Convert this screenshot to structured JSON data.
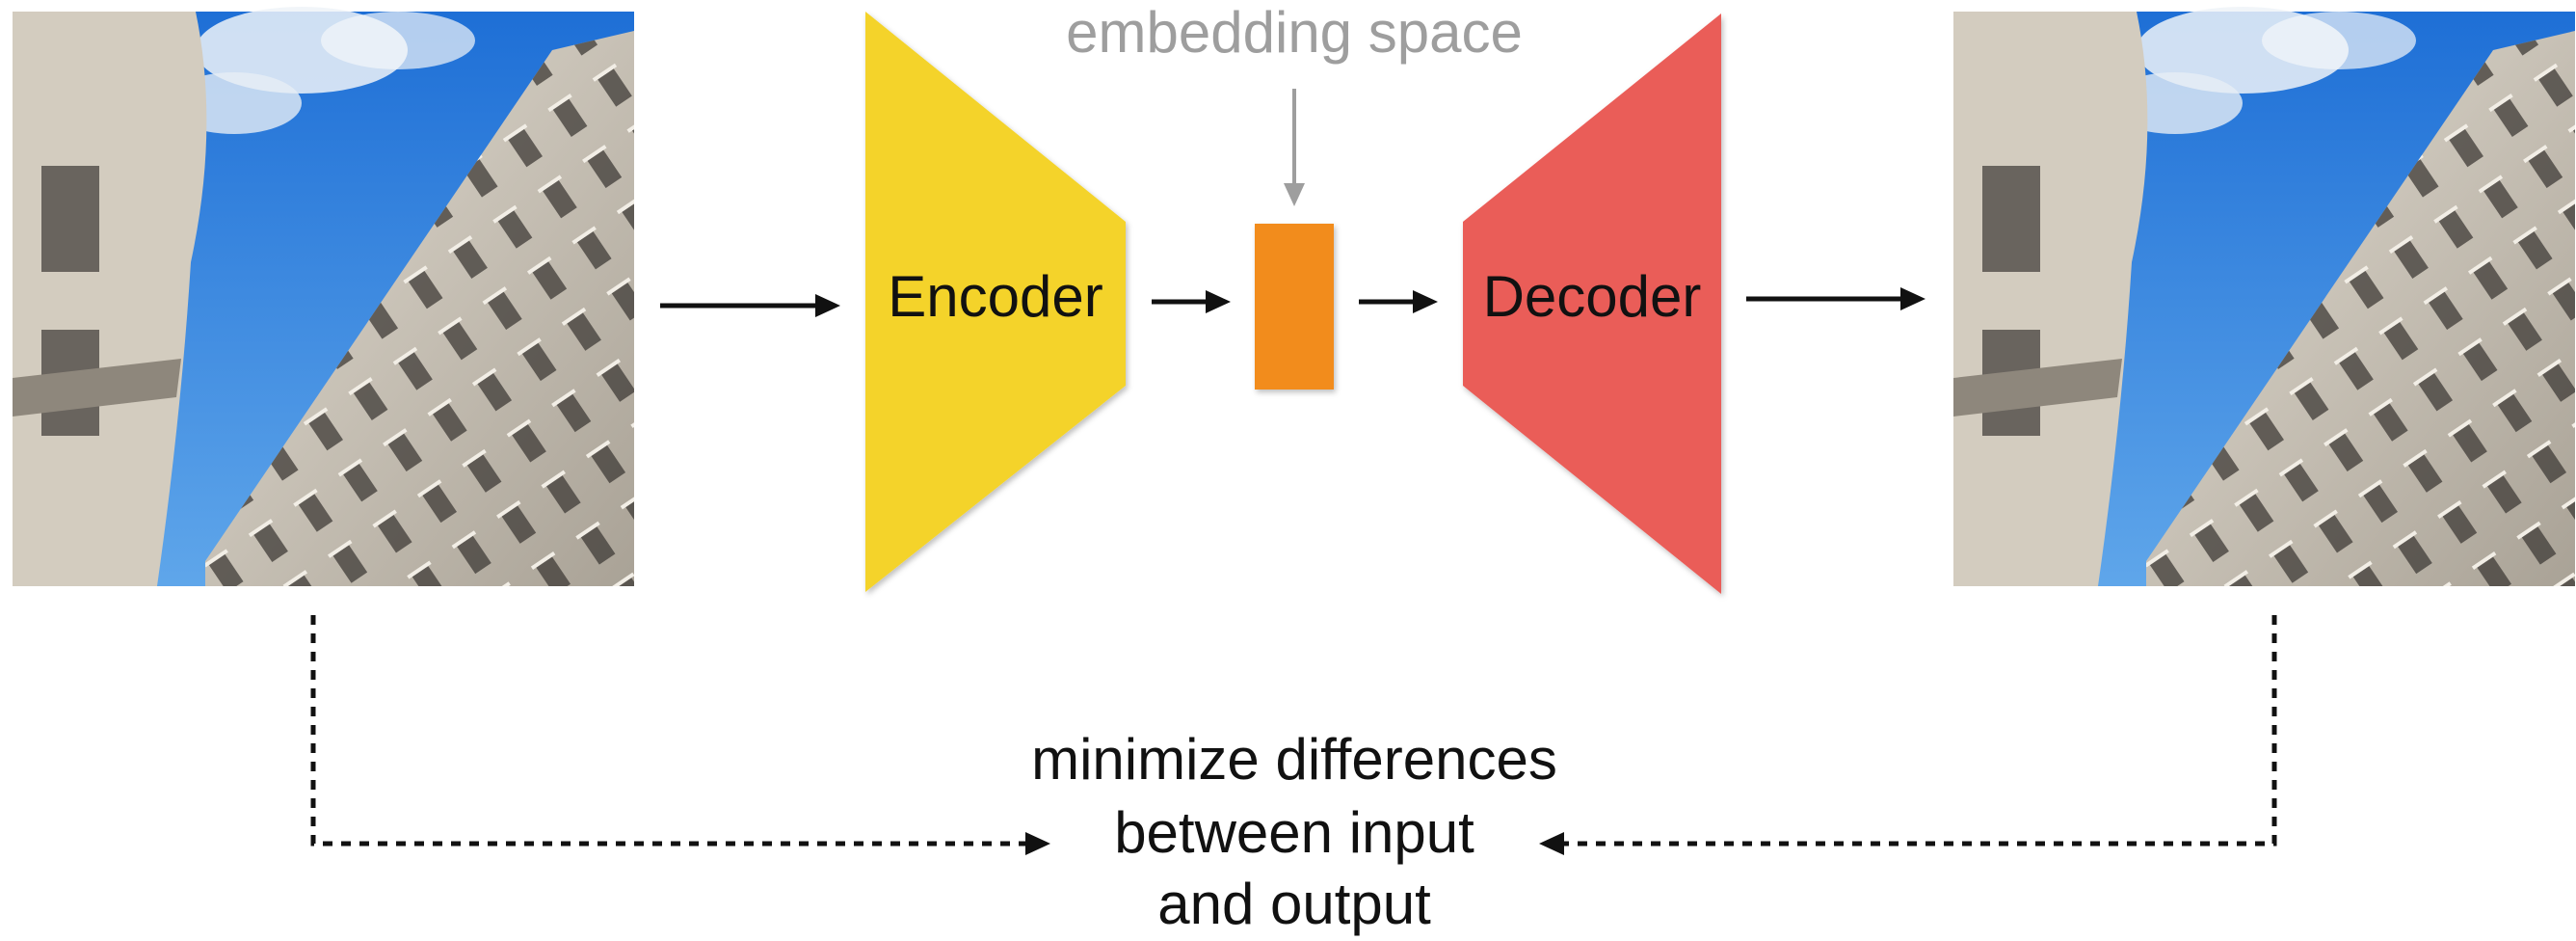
{
  "diagram": {
    "embedding_label": "embedding space",
    "encoder_label": "Encoder",
    "decoder_label": "Decoder",
    "caption_lines": [
      "minimize differences",
      "between input",
      "and output"
    ],
    "colors": {
      "encoder": "#F4D32C",
      "embedding": "#F28C1A",
      "decoder": "#EA5D58",
      "sky": "#2E7BD8",
      "building": "#C9C3B8",
      "arrow": "#111111",
      "embedding_label": "#9E9E9E"
    },
    "images": [
      {
        "role": "input",
        "depicts": "building-against-blue-sky-photo"
      },
      {
        "role": "output",
        "depicts": "building-against-blue-sky-photo"
      }
    ]
  }
}
